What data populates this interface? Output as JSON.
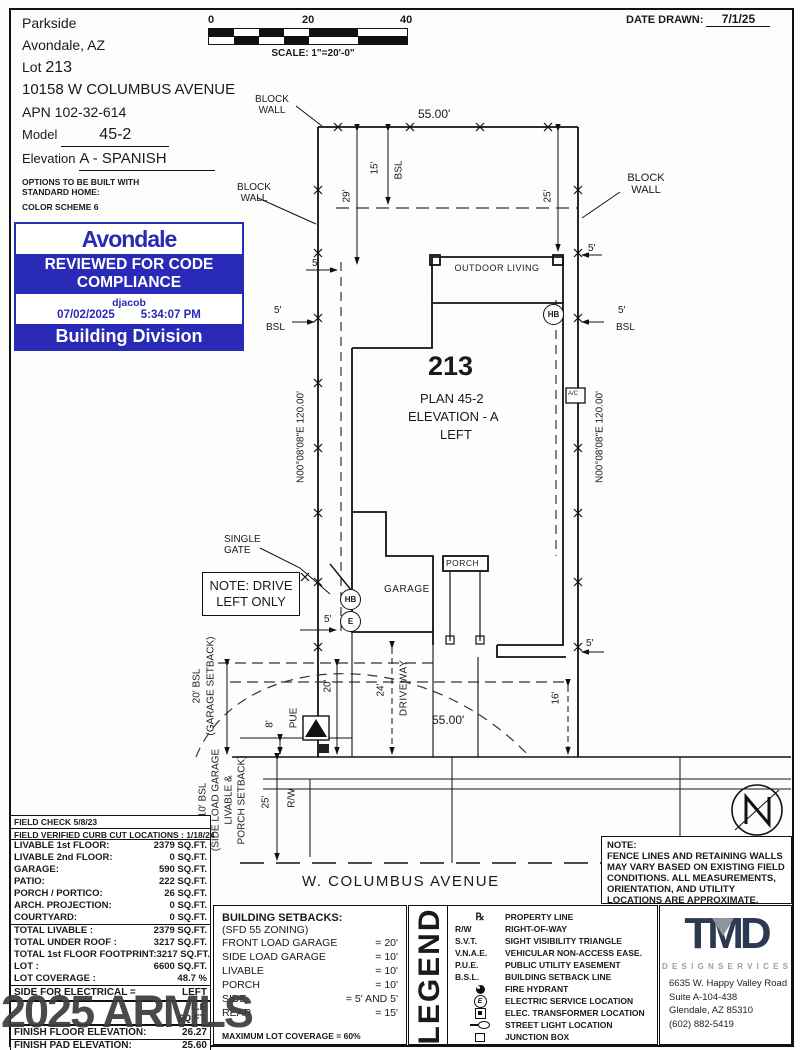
{
  "header": {
    "project": "Parkside",
    "city": "Avondale, AZ",
    "lot_prefix": "Lot",
    "lot_number": "213",
    "address": "10158 W COLUMBUS AVENUE",
    "apn": "APN 102-32-614",
    "model_label": "Model",
    "model_value": "45-2",
    "elevation_label": "Elevation",
    "elevation_value": "A - SPANISH",
    "options_1": "OPTIONS TO BE BUILT WITH",
    "options_2": "STANDARD HOME:",
    "options_3": "COLOR SCHEME 6"
  },
  "date_drawn": {
    "label": "DATE DRAWN:",
    "value": "7/1/25"
  },
  "scale_bar": {
    "ticks": [
      "0",
      "20",
      "40"
    ],
    "label": "SCALE: 1\"=20'-0\""
  },
  "stamp": {
    "logo": "Avondale",
    "review_line": "REVIEWED FOR CODE COMPLIANCE",
    "user": "djacob",
    "date": "07/02/2025",
    "time": "5:34:07 PM",
    "division": "Building Division",
    "blue": "#2a2ab8"
  },
  "plan": {
    "block_wall": "BLOCK WALL",
    "lot_width": "55.00'",
    "bearing": "N00°08'08\"E 120.00'",
    "outdoor_living": "OUTDOOR LIVING",
    "lot_number": "213",
    "plan_name": "PLAN 45-2",
    "elevation_name": "ELEVATION - A",
    "side_name": "LEFT",
    "garage": "GARAGE",
    "porch": "PORCH",
    "single_gate": "SINGLE GATE",
    "drive_note": "NOTE: DRIVE LEFT ONLY",
    "driveway": "DRIVEWAY",
    "hb": "HB",
    "e": "E",
    "ac": "A/C",
    "pue": "PUE",
    "rw": "R/W",
    "street": "W. COLUMBUS AVENUE",
    "bsl": "BSL",
    "dim_5": "5'",
    "dim_8": "8'",
    "dim_15": "15'",
    "dim_16": "16'",
    "dim_20": "20'",
    "dim_24": "24'",
    "dim_25": "25'",
    "dim_29": "29'",
    "setback_garage_1": "20' BSL",
    "setback_garage_2": "(GARAGE SETBACK)",
    "setback_side_1": "10' BSL",
    "setback_side_2": "(SIDE LOAD GARAGE",
    "setback_side_3": "LIVABLE &",
    "setback_side_4": "PORCH SETBACK)"
  },
  "tables": {
    "field_rows": [
      "FIELD CHECK 5/8/23",
      "FIELD VERIFIED CURB CUT LOCATIONS : 1/18/24"
    ],
    "area_rows": [
      {
        "label": "LIVABLE 1st FLOOR:",
        "value": "2379 SQ.FT."
      },
      {
        "label": "LIVABLE 2nd FLOOR:",
        "value": "0 SQ.FT."
      },
      {
        "label": "GARAGE:",
        "value": "590 SQ.FT."
      },
      {
        "label": "PATIO:",
        "value": "222 SQ.FT."
      },
      {
        "label": "PORCH / PORTICO:",
        "value": "26 SQ.FT."
      },
      {
        "label": "ARCH. PROJECTION:",
        "value": "0 SQ.FT."
      },
      {
        "label": "COURTYARD:",
        "value": "0 SQ.FT."
      }
    ],
    "total_rows": [
      {
        "label": "TOTAL LIVABLE :",
        "value": "2379 SQ.FT."
      },
      {
        "label": "TOTAL UNDER ROOF :",
        "value": "3217 SQ.FT."
      },
      {
        "label": "TOTAL 1st FLOOR FOOTPRINT:",
        "value": "3217 SQ.FT."
      },
      {
        "label": "LOT :",
        "value": "6600 SQ.FT."
      },
      {
        "label": "LOT COVERAGE :",
        "value": "48.7 %"
      }
    ],
    "electrical_row": {
      "label": "SIDE FOR ELECTRICAL =",
      "value": "LEFT"
    },
    "obscured_rows": [
      {
        "label": "",
        "value": "L.F."
      },
      {
        "label": "",
        "value": "SQ.FT."
      }
    ],
    "finish_rows": [
      {
        "label": "FINISH FLOOR ELEVATION:",
        "value": "26.27"
      },
      {
        "label": "FINISH PAD ELEVATION:",
        "value": "25.60"
      }
    ]
  },
  "setbacks": {
    "title": "BUILDING SETBACKS:",
    "zoning": "(SFD 55 ZONING)",
    "rows": [
      {
        "label": "FRONT LOAD GARAGE",
        "value": "= 20'"
      },
      {
        "label": "SIDE LOAD GARAGE",
        "value": "= 10'"
      },
      {
        "label": "LIVABLE",
        "value": "= 10'"
      },
      {
        "label": "PORCH",
        "value": "= 10'"
      },
      {
        "label": "SIDE",
        "value": "= 5' AND 5'"
      },
      {
        "label": "REAR",
        "value": "= 15'"
      }
    ],
    "max_coverage": "MAXIMUM LOT COVERAGE = 60%"
  },
  "legend": {
    "title": "LEGEND",
    "rows": [
      {
        "sym": "℞",
        "desc": "PROPERTY LINE"
      },
      {
        "sym": "R/W",
        "desc": "RIGHT-OF-WAY"
      },
      {
        "sym": "S.V.T.",
        "desc": "SIGHT VISIBILITY TRIANGLE"
      },
      {
        "sym": "V.N.A.E.",
        "desc": "VEHICULAR NON-ACCESS EASE."
      },
      {
        "sym": "P.U.E.",
        "desc": "PUBLIC UTILITY EASEMENT"
      },
      {
        "sym": "B.S.L.",
        "desc": "BUILDING SETBACK LINE"
      },
      {
        "sym": "",
        "desc": "FIRE HYDRANT"
      },
      {
        "sym": "E",
        "desc": "ELECTRIC SERVICE LOCATION"
      },
      {
        "sym": "",
        "desc": "ELEC. TRANSFORMER LOCATION"
      },
      {
        "sym": "",
        "desc": "STREET LIGHT LOCATION"
      },
      {
        "sym": "",
        "desc": "JUNCTION BOX"
      }
    ]
  },
  "note": {
    "title": "NOTE:",
    "body": "FENCE LINES AND RETAINING WALLS MAY VARY BASED ON EXISTING FIELD CONDITIONS.  ALL MEASUREMENTS, ORIENTATION, AND UTILITY LOCATIONS ARE APPROXIMATE."
  },
  "firm": {
    "name": "TMD",
    "tagline": "D E S I G N   S E R V I C E S",
    "address_1": "6635 W. Happy Valley Road",
    "address_2": "Suite A-104-438",
    "address_3": "Glendale, AZ 85310",
    "address_4": "(602) 882-5419",
    "navy": "#2b3a52"
  },
  "watermark": "2025 ARMLS"
}
